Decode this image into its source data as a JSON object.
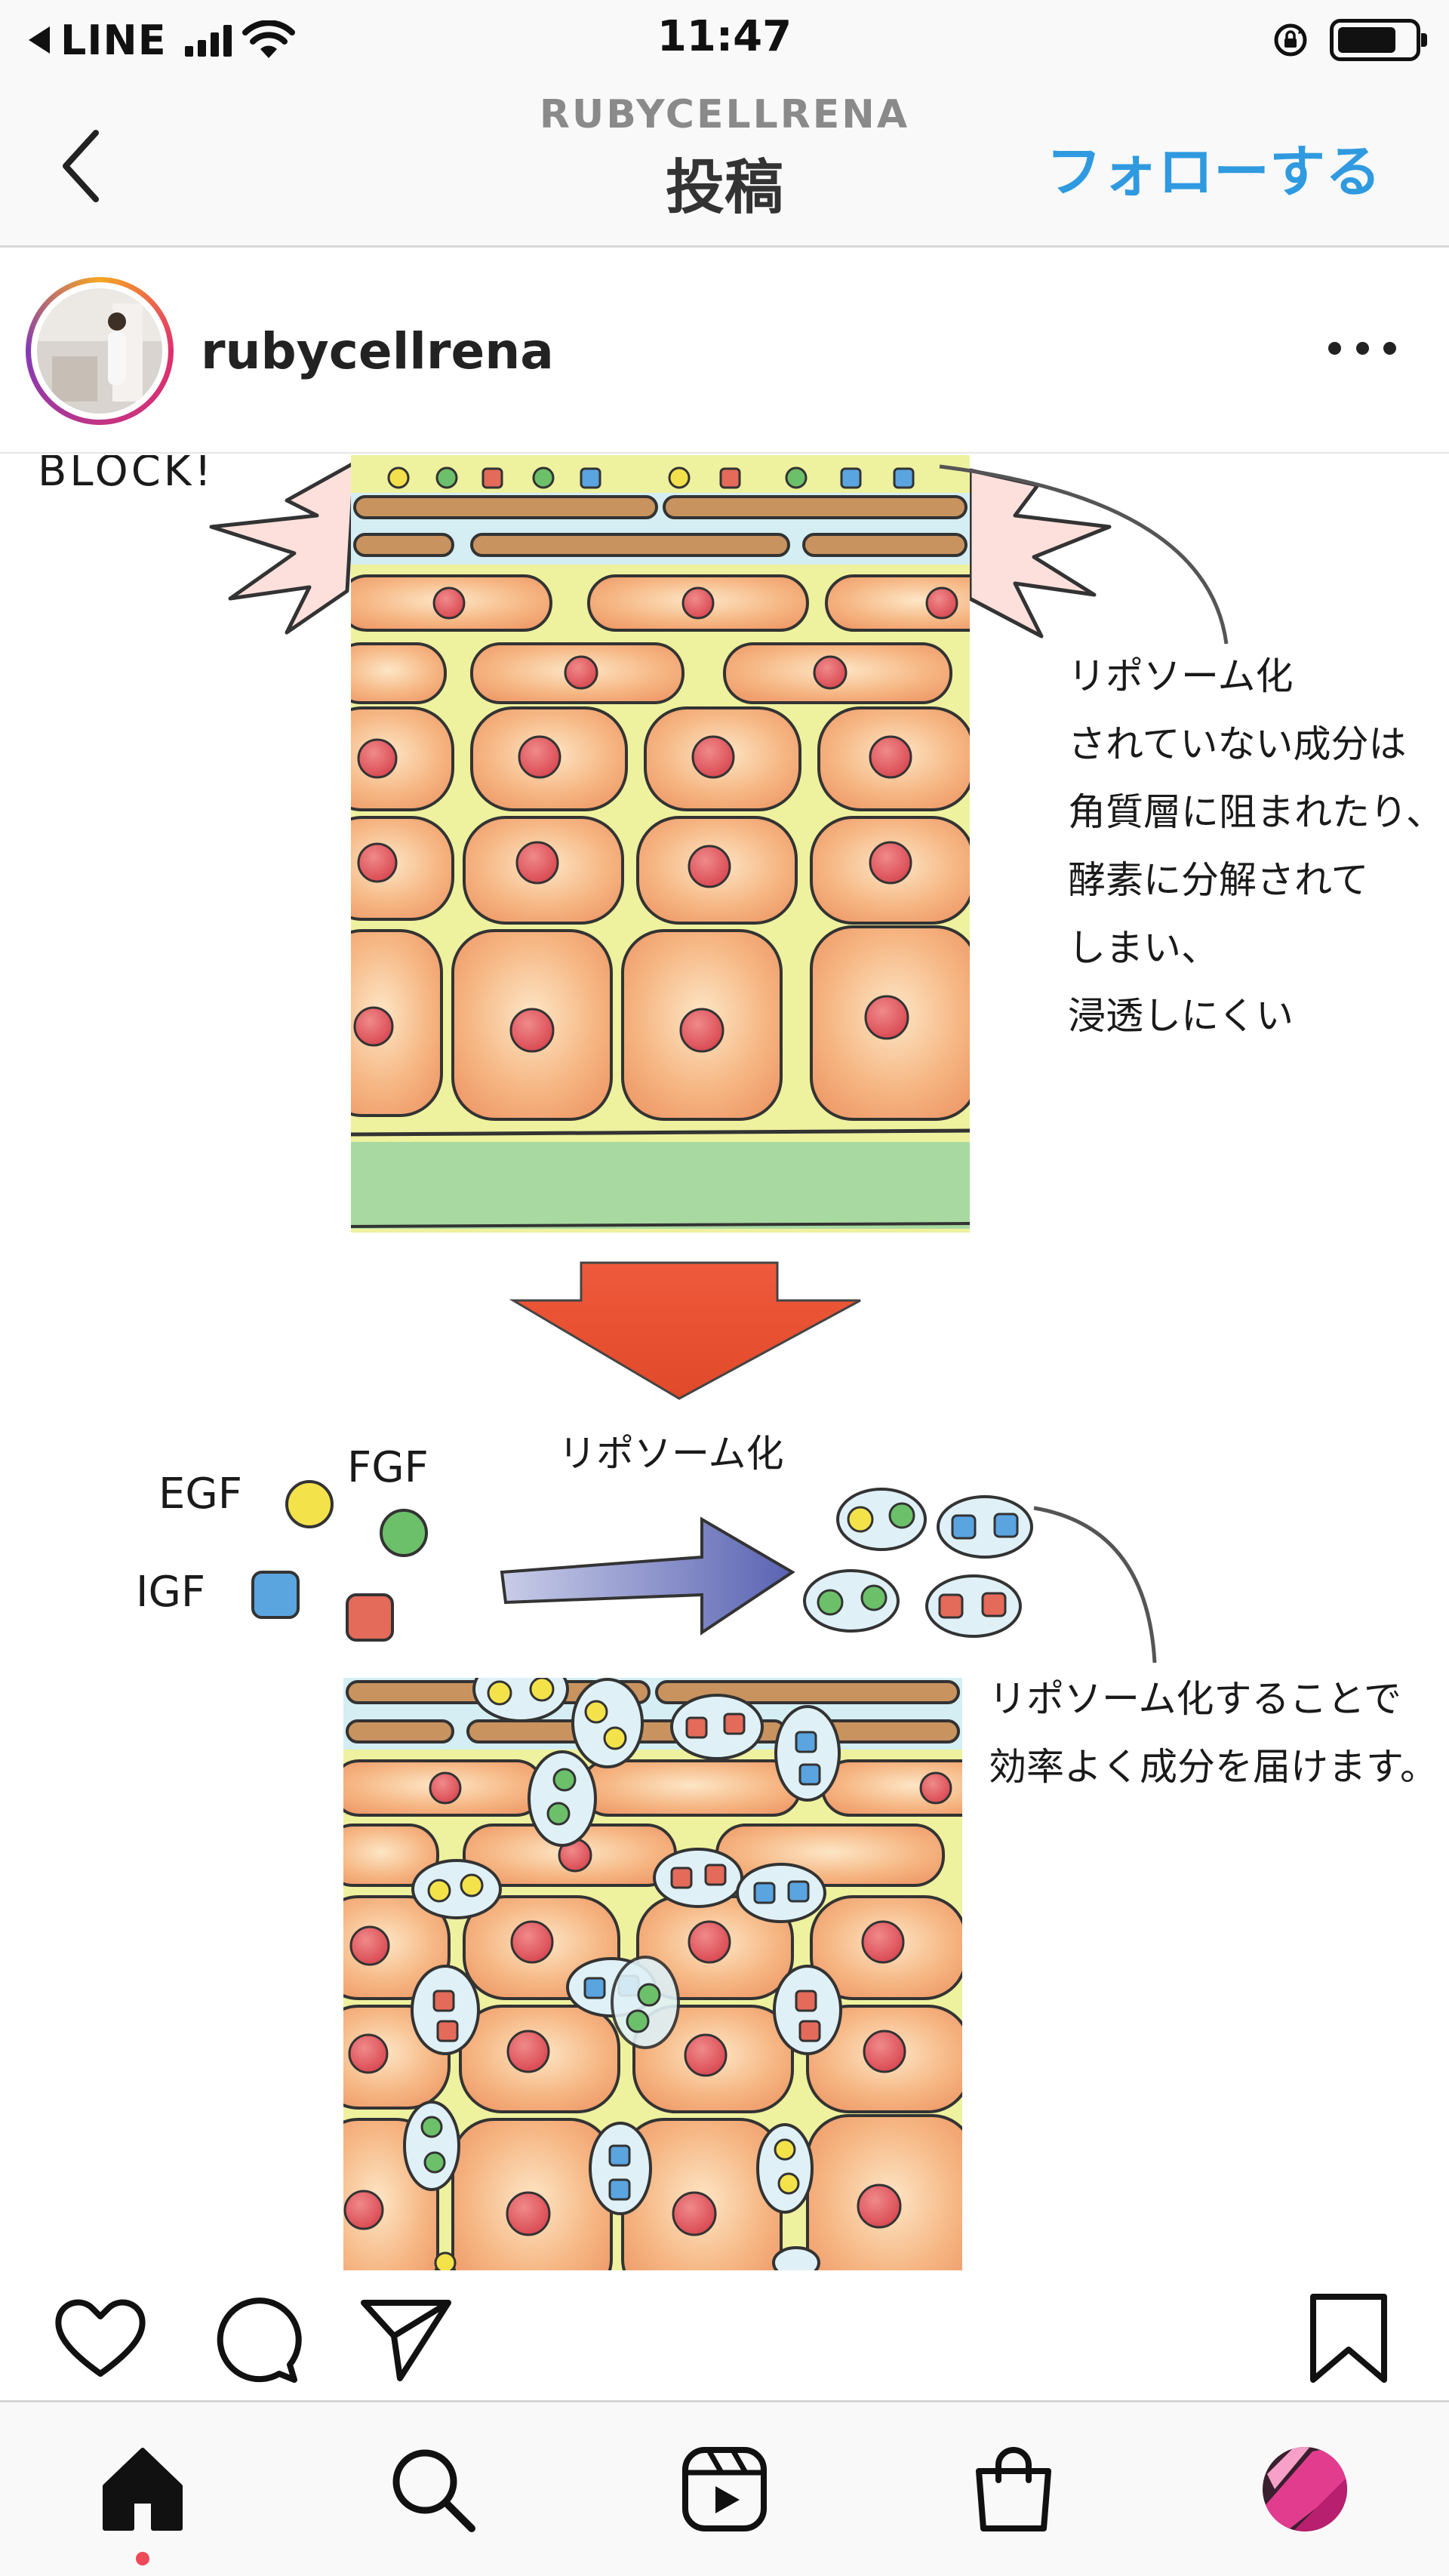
{
  "status_bar": {
    "carrier": "LINE",
    "time": "11:47",
    "battery_level": 0.78
  },
  "nav": {
    "username": "RUBYCELLRENA",
    "title": "投稿",
    "follow_label": "フォローする"
  },
  "post": {
    "username": "rubycellrena",
    "illustration": {
      "block_label": "BLOCK!",
      "note_top": [
        "リポソーム化",
        "されていない成分は",
        "角質層に阻まれたり、",
        "酵素に分解されて",
        "しまい、",
        "浸透しにくい"
      ],
      "liposome_label": "リポソーム化",
      "egf": "EGF",
      "fgf": "FGF",
      "igf": "IGF",
      "note_bottom": [
        "リポソーム化することで",
        "効率よく成分を届けます。"
      ]
    }
  },
  "colors": {
    "follow_blue": "#2f9ae0",
    "notification_dot": "#ed4956",
    "story_ring": "#e1306c"
  },
  "icons": {
    "like": "heart-icon",
    "comment": "comment-icon",
    "share": "send-icon",
    "save": "bookmark-icon",
    "home": "home-icon",
    "search": "search-icon",
    "reels": "reels-icon",
    "shop": "shop-icon",
    "profile": "profile-avatar"
  }
}
